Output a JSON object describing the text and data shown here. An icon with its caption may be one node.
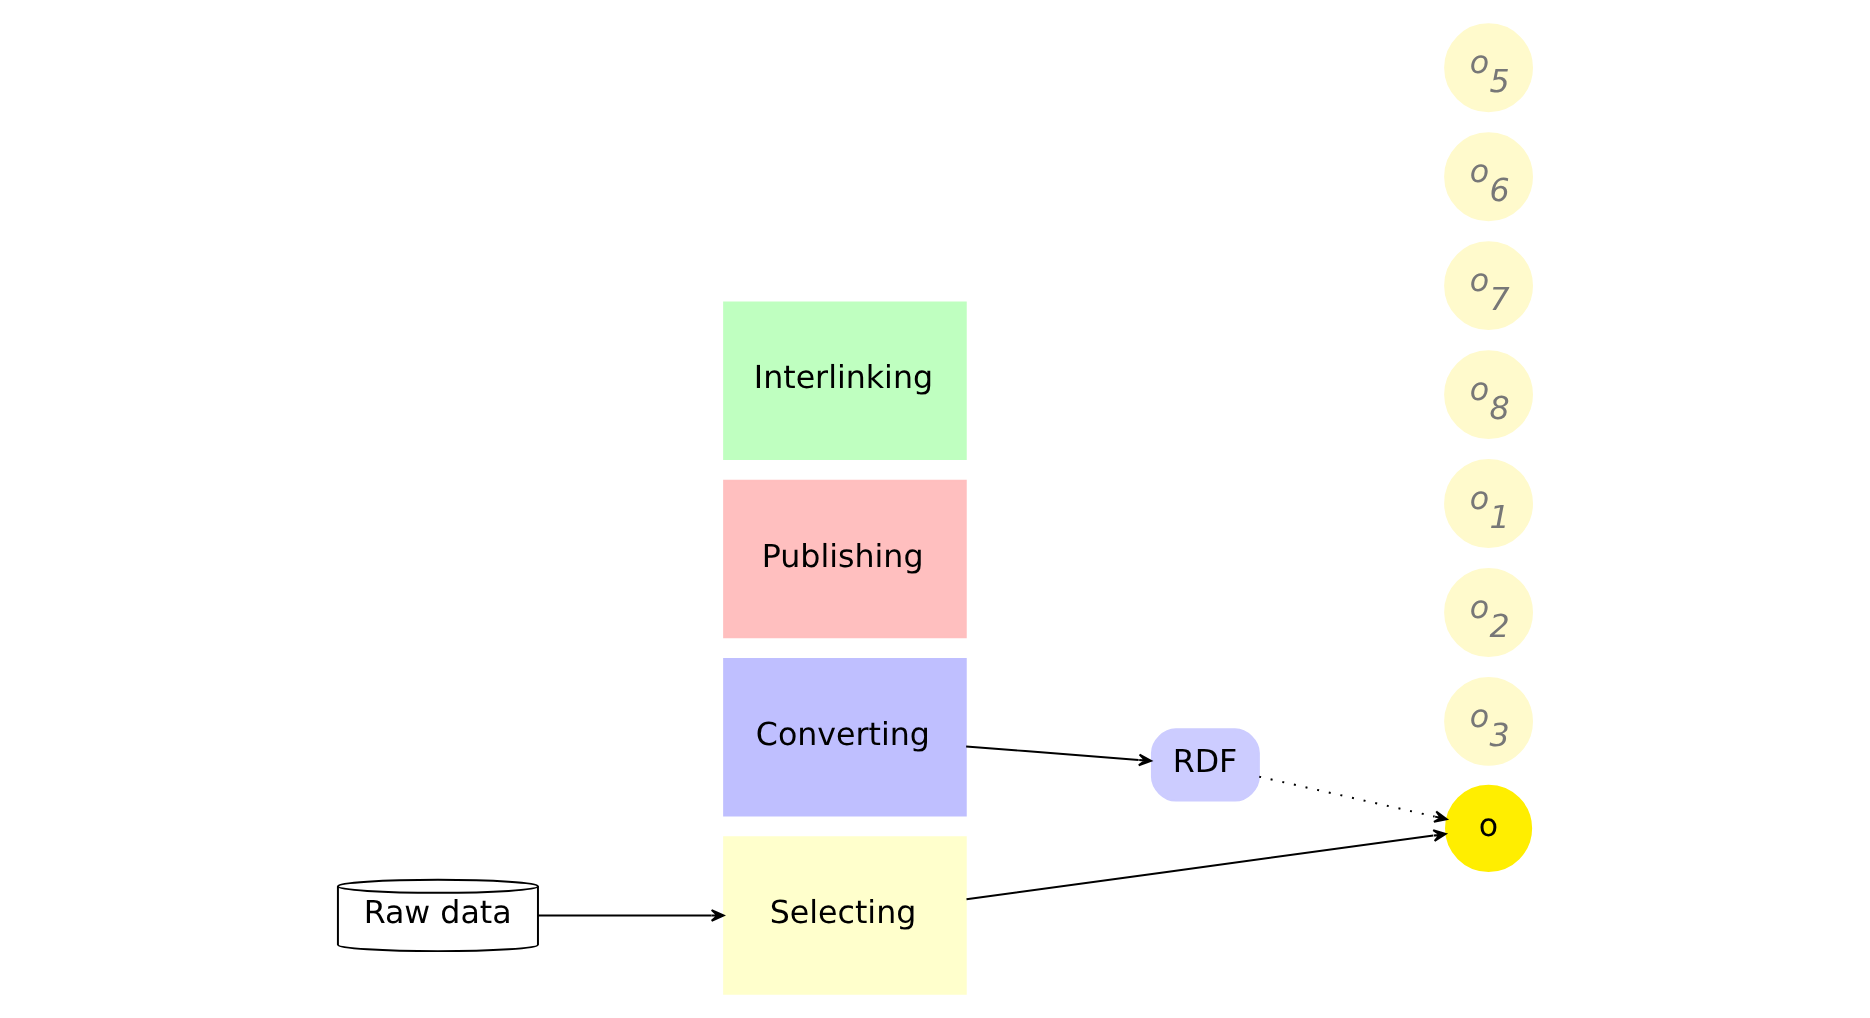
{
  "diagram": {
    "nodes": [
      {
        "text": [
          "Interlinking"
        ]
      },
      {
        "text": [
          "Publishing"
        ]
      },
      {
        "text": [
          "Converting"
        ]
      },
      {
        "text": [
          "Selecting"
        ]
      },
      {
        "text": [
          "Raw data"
        ]
      },
      {
        "text": [
          "RDF"
        ]
      },
      {
        "text": [
          "o"
        ]
      },
      {
        "text": [
          "o$_{3}$"
        ]
      },
      {
        "text": [
          "o$_{2}$"
        ]
      },
      {
        "text": [
          "o$_{1}$"
        ]
      },
      {
        "text": [
          "o$_{8}$"
        ]
      },
      {
        "text": [
          "o$_{7}$"
        ]
      },
      {
        "text": [
          "o$_{6}$"
        ]
      },
      {
        "text": [
          "o$_{5}$"
        ]
      }
    ],
    "edges": [
      {
        "from": 4,
        "to": 3,
        "arrow": "to"
      },
      {
        "from": 3,
        "to": 6,
        "arrow": "to"
      },
      {
        "from": 2,
        "to": 5,
        "arrow": "to"
      },
      {
        "from": 5,
        "to": 6,
        "arrow": "to",
        "style": "dashed"
      }
    ]
  }
}
